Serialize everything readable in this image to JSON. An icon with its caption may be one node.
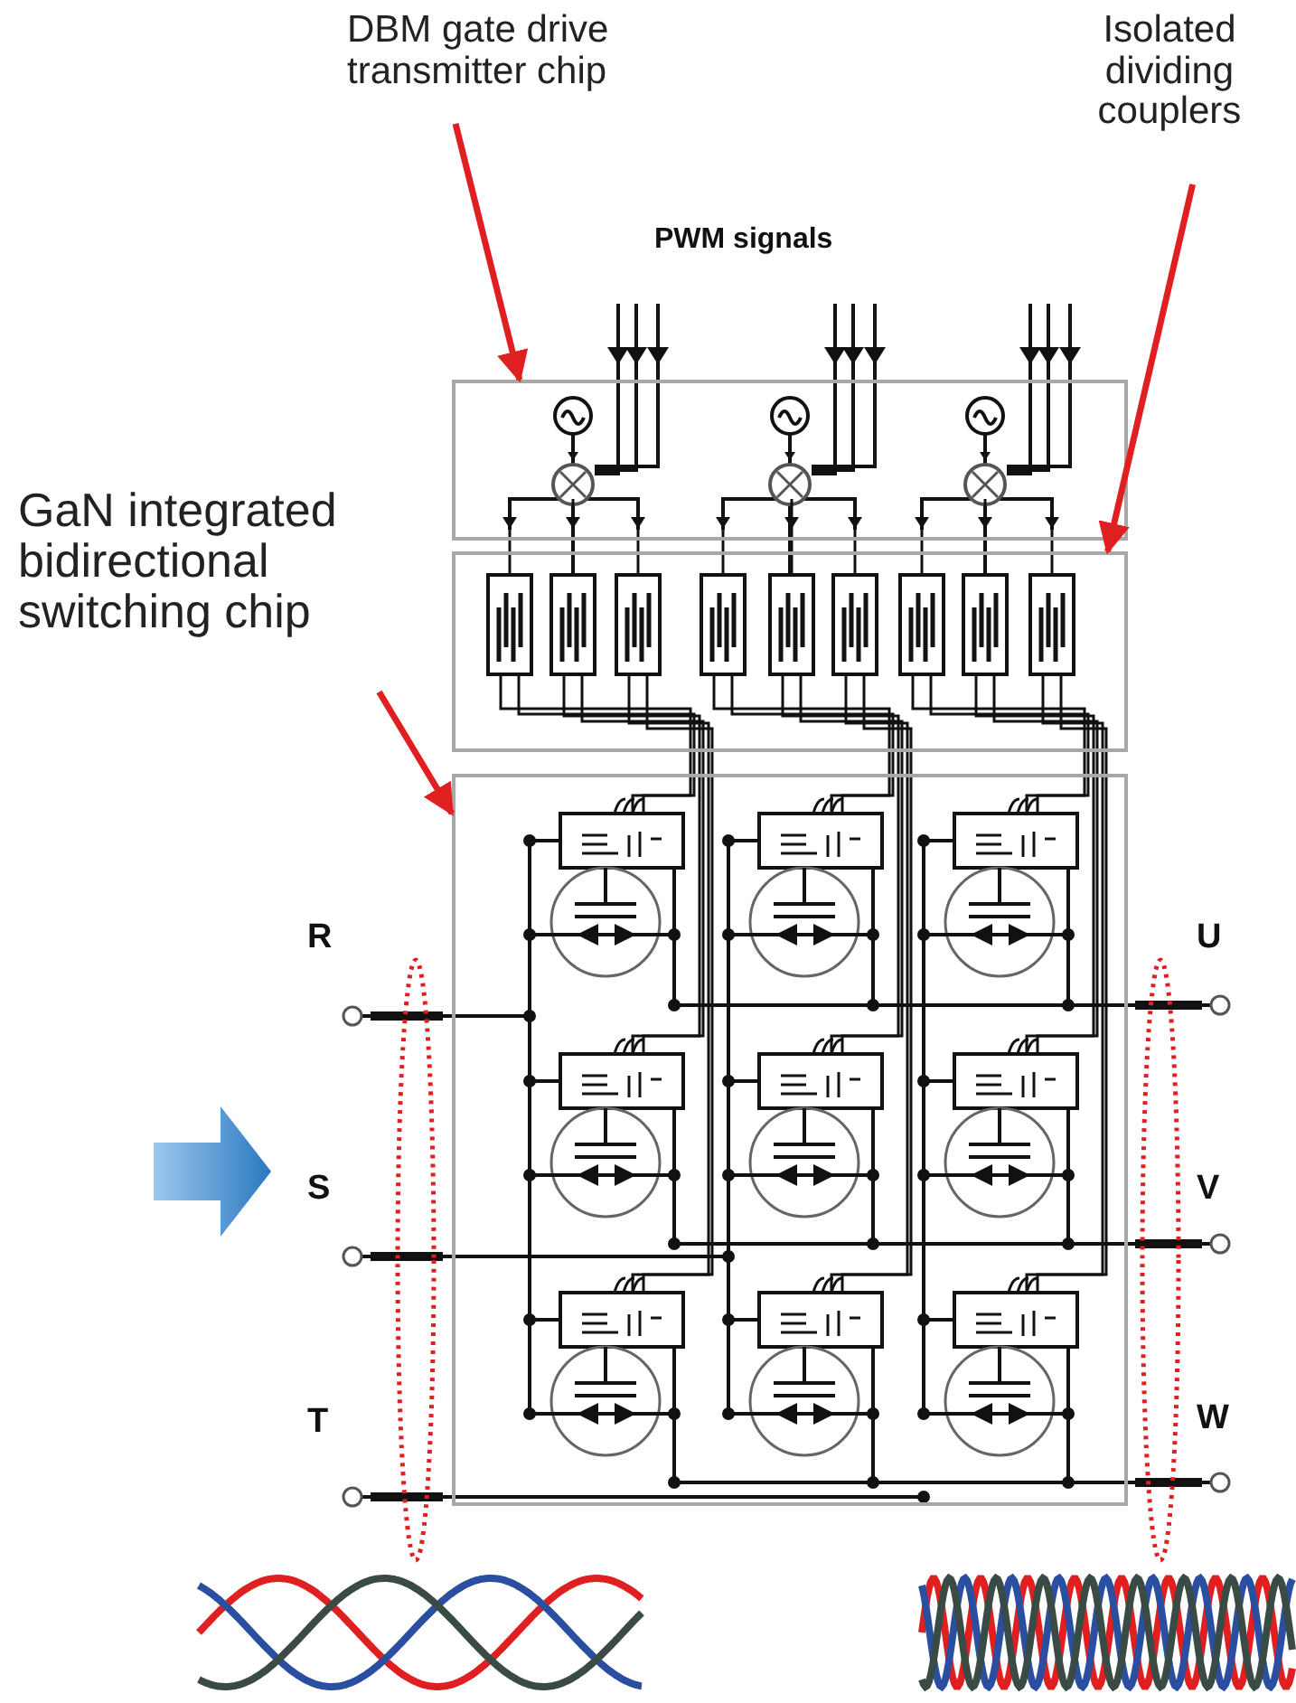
{
  "diagram": {
    "nodes": [
      {
        "text": [
          "DBM gate drive transmitter chip"
        ]
      },
      {
        "text": [
          "Isolated dividing couplers"
        ]
      },
      {
        "text": [
          "GaN integrated bidirectional switching chip"
        ]
      },
      {
        "text": [],
        "shape": "box"
      },
      {
        "text": [],
        "shape": "box"
      },
      {
        "text": [],
        "shape": "box"
      }
    ],
    "edges": [
      {
        "from": 0,
        "to": 3,
        "arrow": "to"
      },
      {
        "from": 1,
        "to": 4,
        "arrow": "to"
      },
      {
        "from": 2,
        "to": 5,
        "arrow": "to"
      }
    ],
    "labels": [
      "PWM signals",
      "R",
      "S",
      "T",
      "U",
      "V",
      "W"
    ]
  }
}
